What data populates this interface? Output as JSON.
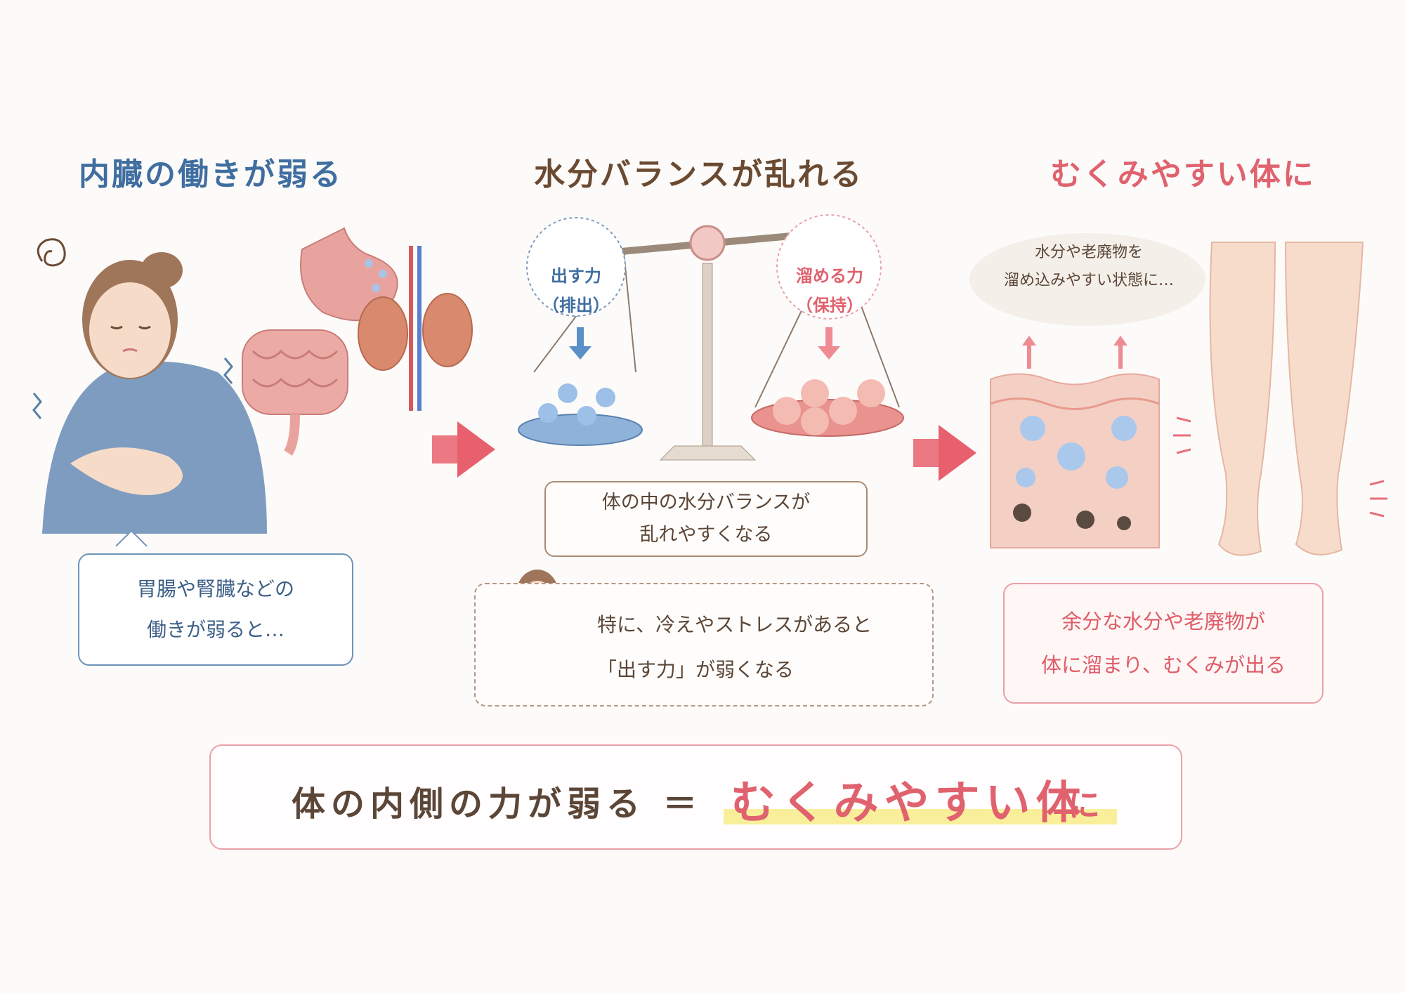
{
  "titles": {
    "step1": "内臓の働きが弱る",
    "step2": "水分バランスが乱れる",
    "step3": "むくみやすい体に"
  },
  "step1": {
    "bubble_line1": "胃腸や腎臓などの",
    "bubble_line2": "働きが弱ると…"
  },
  "step2": {
    "out_label": "出す力",
    "out_sub": "（排出）",
    "keep_label": "溜める力",
    "keep_sub": "（保持）",
    "box_line1": "体の中の水分バランスが",
    "box_line2": "乱れやすくなる",
    "cold_line1": "特に、冷えやストレスがあると",
    "cold_line2": "「出す力」が弱くなる"
  },
  "step3": {
    "speech_line1": "水分や老廃物を",
    "speech_line2": "溜め込みやすい状態に…",
    "box_line1": "余分な水分や老廃物が",
    "box_line2": "体に溜まり、むくみが出る"
  },
  "summary": {
    "left": "体の内側の力が弱る ＝",
    "right": "むくみやすい体",
    "tail": "に"
  },
  "colors": {
    "blue": "#3f6ea0",
    "brown": "#6b4a32",
    "pink": "#e0626e",
    "arrow": "#e8606d",
    "highlight": "#f9ef9a"
  }
}
